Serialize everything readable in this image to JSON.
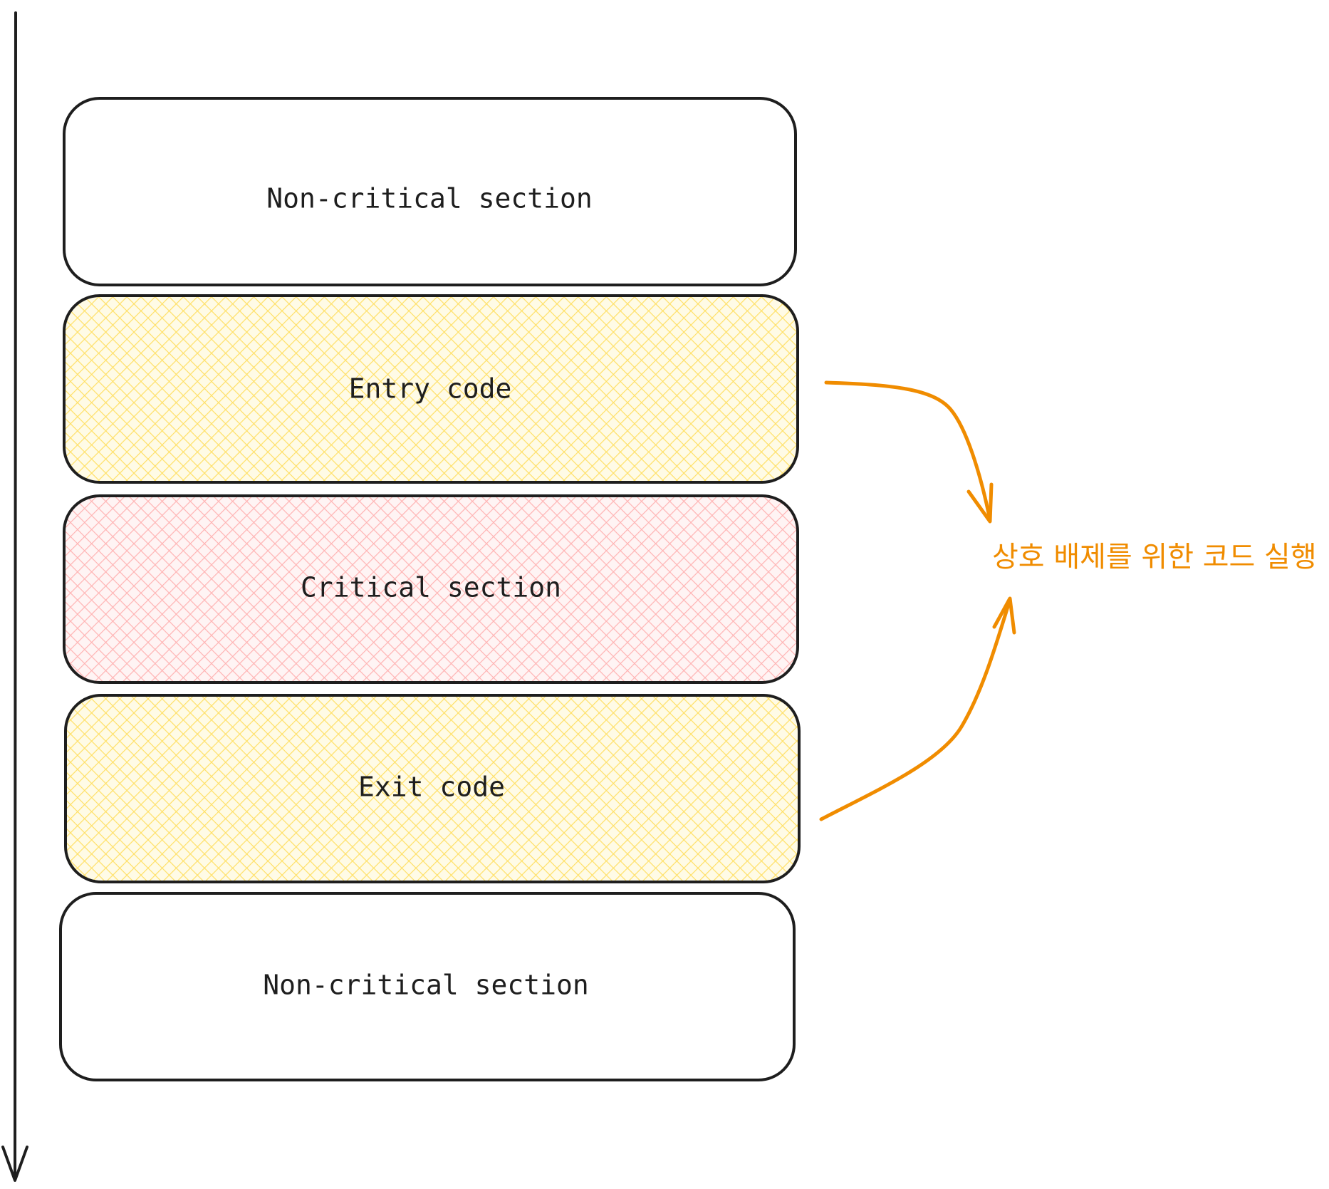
{
  "colors": {
    "stroke": "#1e1e1e",
    "entry_exit_fill": "#ffec99",
    "critical_fill": "#ffc9c9",
    "plain_fill": "#ffffff",
    "accent": "#f08c00"
  },
  "sections": [
    {
      "id": "non-critical-top",
      "label": "Non-critical section",
      "kind": "plain"
    },
    {
      "id": "entry-code",
      "label": "Entry code",
      "kind": "entry_exit"
    },
    {
      "id": "critical-section",
      "label": "Critical section",
      "kind": "critical"
    },
    {
      "id": "exit-code",
      "label": "Exit code",
      "kind": "entry_exit"
    },
    {
      "id": "non-critical-bottom",
      "label": "Non-critical section",
      "kind": "plain"
    }
  ],
  "annotation": {
    "label": "상호 배제를 위한 코드 실행"
  }
}
